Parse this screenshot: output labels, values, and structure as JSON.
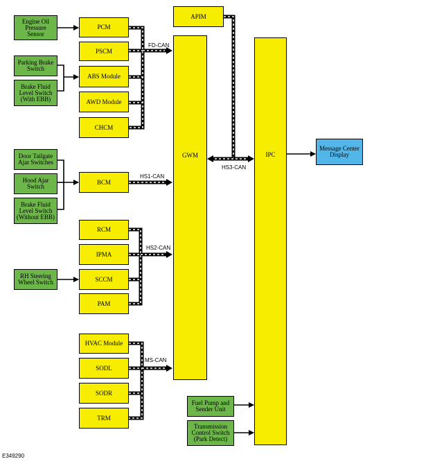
{
  "modules": {
    "pcm": "PCM",
    "pscm": "PSCM",
    "abs": "ABS Module",
    "awd": "AWD Module",
    "chcm": "CHCM",
    "bcm": "BCM",
    "rcm": "RCM",
    "ipma": "IPMA",
    "sccm": "SCCM",
    "pam": "PAM",
    "hvac": "HVAC Module",
    "sodl": "SODL",
    "sodr": "SODR",
    "trm": "TRM",
    "apim": "APIM",
    "gwm": "GWM",
    "ipc": "IPC"
  },
  "sensors": {
    "engine_oil": "Engine Oil Pressure Sensor",
    "parking_brake": "Parking Brake Switch",
    "brake_fluid_ebb": "Brake Fluid Level Switch (With EBB)",
    "door_tailgate": "Door Tailgate Ajar Switches",
    "hood_ajar": "Hood Ajar Switch",
    "brake_fluid_no_ebb": "Brake Fluid Level Switch (Without EBB)",
    "rh_steering": "RH Steering Wheel Switch",
    "fuel_pump": "Fuel Pump and Sender Unit",
    "transmission": "Transmission Control Switch (Park Detect)"
  },
  "outputs": {
    "message_center": "Message Center Display"
  },
  "buses": {
    "fd_can": "FD-CAN",
    "hs1_can": "HS1-CAN",
    "hs2_can": "HS2-CAN",
    "hs3_can": "HS3-CAN",
    "ms_can": "MS-CAN"
  },
  "figure_id": "E349290",
  "colors": {
    "module": "#f7ed00",
    "sensor": "#6db649",
    "output": "#52b6e9",
    "line": "#000000"
  }
}
